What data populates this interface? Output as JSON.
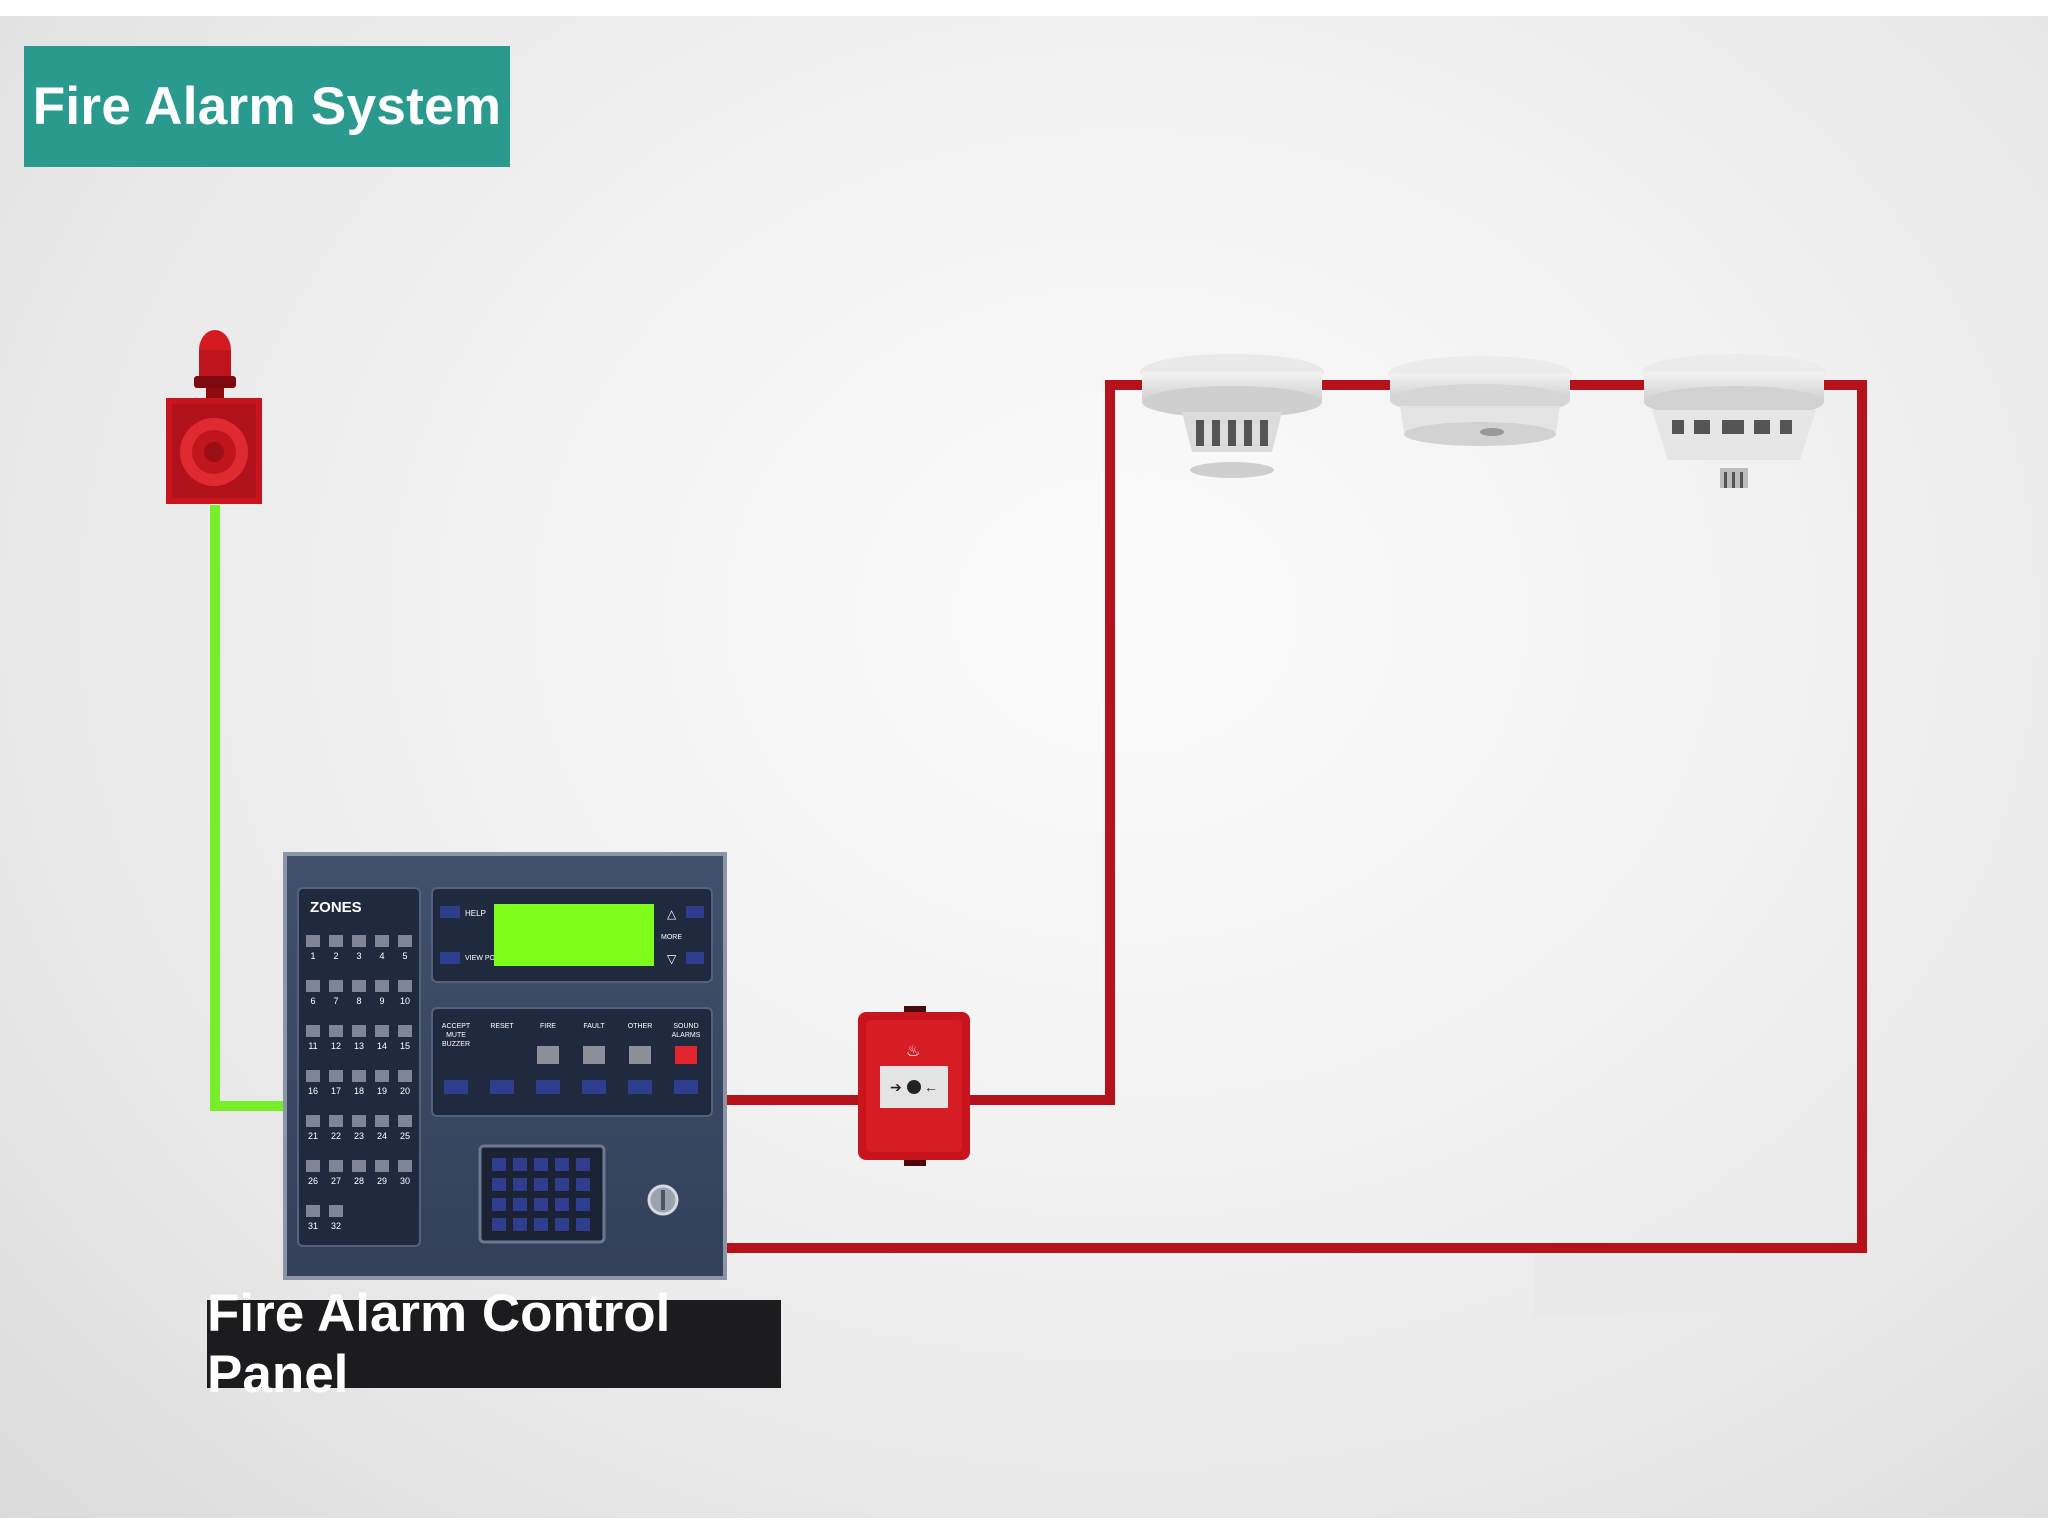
{
  "title": "Fire Alarm System",
  "panel_caption": "Fire Alarm Control Panel",
  "panel": {
    "zones_heading": "ZONES",
    "zone_numbers": [
      "1",
      "2",
      "3",
      "4",
      "5",
      "6",
      "7",
      "8",
      "9",
      "10",
      "11",
      "12",
      "13",
      "14",
      "15",
      "16",
      "17",
      "18",
      "19",
      "20",
      "21",
      "22",
      "23",
      "24",
      "25",
      "26",
      "27",
      "28",
      "29",
      "30",
      "31",
      "32"
    ],
    "help_label": "HELP",
    "view_points_label": "VIEW POINTS",
    "more_label": "MORE",
    "buttons": [
      "ACCEPT MUTE BUZZER",
      "RESET",
      "FIRE",
      "FAULT",
      "OTHER",
      "SOUND ALARMS"
    ]
  },
  "icons": {
    "siren": "siren-icon",
    "call_point": "manual-call-point-icon",
    "detector_1": "heat-detector-icon",
    "detector_2": "smoke-detector-icon",
    "detector_3": "multi-sensor-detector-icon"
  },
  "colors": {
    "title_bg": "#2a9a8e",
    "caption_bg": "#1c1c1e",
    "detection_wire": "#b5121b",
    "siren_wire": "#76ee2a",
    "panel_body": "#3b4a66",
    "lcd": "#7dfc1a"
  }
}
